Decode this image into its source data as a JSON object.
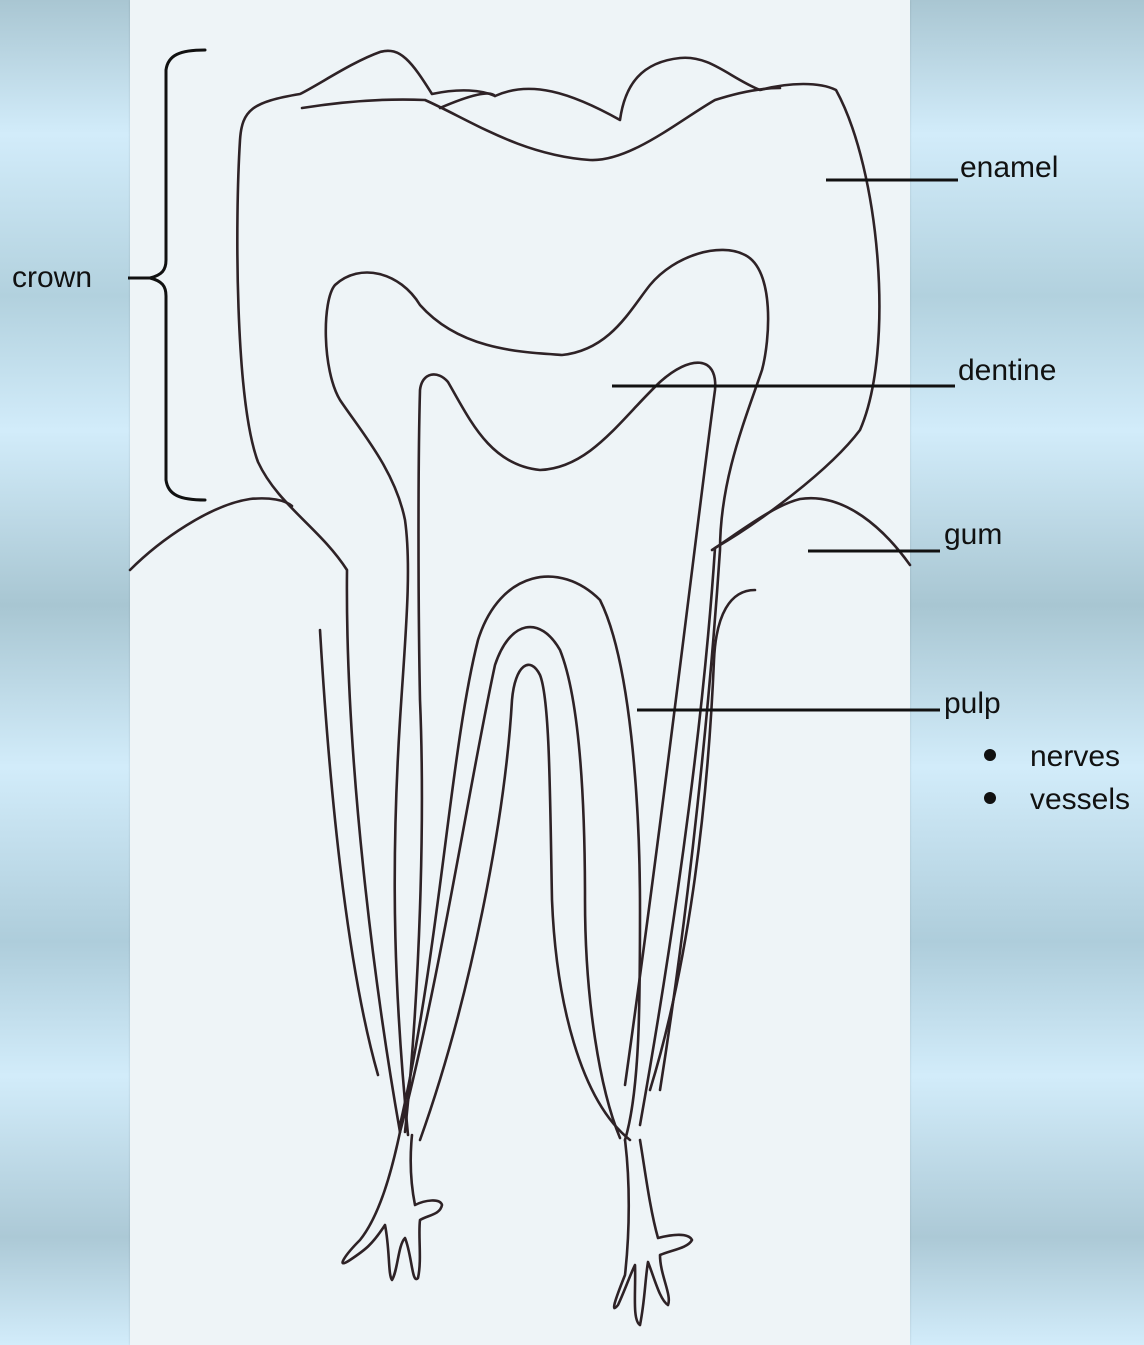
{
  "labels": {
    "crown": "crown",
    "enamel": "enamel",
    "dentine": "dentine",
    "gum": "gum",
    "pulp": "pulp"
  },
  "pulp_contents": [
    "nerves",
    "vessels"
  ]
}
